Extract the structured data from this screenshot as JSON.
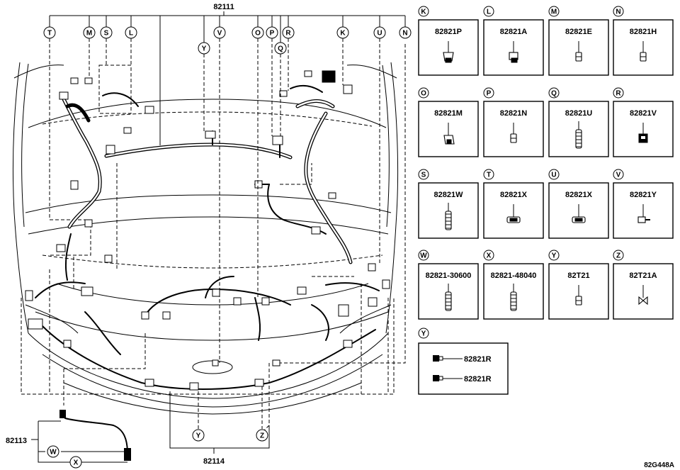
{
  "main_part": "82111",
  "top_callouts": [
    "T",
    "M",
    "S",
    "L",
    "Y",
    "V",
    "O",
    "P",
    "Q",
    "R",
    "K",
    "U",
    "N"
  ],
  "bottom_left": {
    "part": "82113",
    "callouts": [
      "W",
      "X"
    ]
  },
  "bottom_center": {
    "part": "82114",
    "callouts": [
      "Y",
      "Z"
    ]
  },
  "connector_boxes": [
    {
      "letter": "K",
      "part": "82821P",
      "icon": "grommet-clip-icon"
    },
    {
      "letter": "L",
      "part": "82821A",
      "icon": "connector-clip-icon"
    },
    {
      "letter": "M",
      "part": "82821E",
      "icon": "small-connector-icon"
    },
    {
      "letter": "N",
      "part": "82821H",
      "icon": "small-connector-icon"
    },
    {
      "letter": "O",
      "part": "82821M",
      "icon": "angled-connector-icon"
    },
    {
      "letter": "P",
      "part": "82821N",
      "icon": "small-connector-icon"
    },
    {
      "letter": "Q",
      "part": "82821U",
      "icon": "tall-connector-icon"
    },
    {
      "letter": "R",
      "part": "82821V",
      "icon": "block-connector-icon"
    },
    {
      "letter": "S",
      "part": "82821W",
      "icon": "tall-connector-icon"
    },
    {
      "letter": "T",
      "part": "82821X",
      "icon": "flat-connector-icon"
    },
    {
      "letter": "U",
      "part": "82821X",
      "icon": "flat-connector-icon"
    },
    {
      "letter": "V",
      "part": "82821Y",
      "icon": "pin-connector-icon"
    },
    {
      "letter": "W",
      "part": "82821-30600",
      "icon": "tall-connector-icon"
    },
    {
      "letter": "X",
      "part": "82821-48040",
      "icon": "tall-connector-icon"
    },
    {
      "letter": "Y",
      "part": "82T21",
      "icon": "small-connector-icon"
    },
    {
      "letter": "Z",
      "part": "82T21A",
      "icon": "bow-connector-icon"
    }
  ],
  "detail_box": {
    "letter": "Y",
    "parts": [
      "82821R",
      "82821R"
    ]
  },
  "reference_code": "82G448A"
}
